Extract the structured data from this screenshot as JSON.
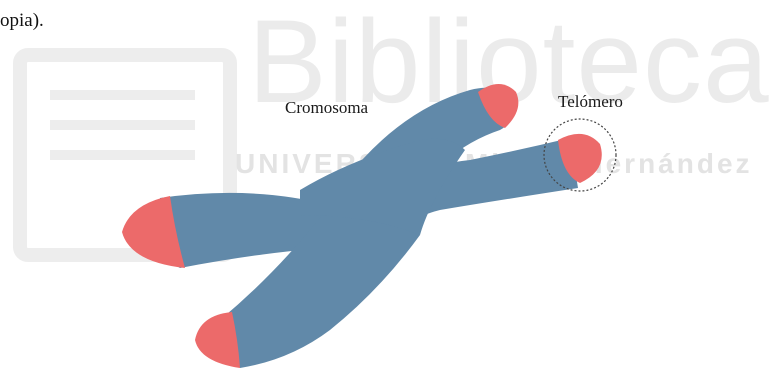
{
  "text_fragment": "opia).",
  "labels": {
    "chromosome": "Cromosoma",
    "telomere": "Telómero"
  },
  "watermark": {
    "title": "Biblioteca",
    "subtitle": "UNIVERSITAS Miguel Hernández"
  },
  "colors": {
    "chromosome_body": "#6189a9",
    "telomere_caps": "#ec6a6a",
    "watermark": "#ebebeb",
    "highlight_circle": "#333333"
  }
}
